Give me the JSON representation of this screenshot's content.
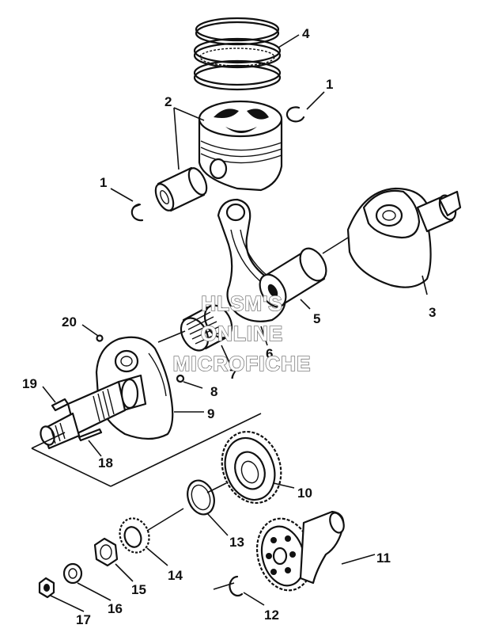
{
  "watermark": {
    "line1": "HLSM'S",
    "line2": "ONLINE",
    "line3": "MICROFICHE"
  },
  "callouts": [
    "1",
    "1",
    "2",
    "3",
    "4",
    "5",
    "6",
    "7",
    "8",
    "9",
    "10",
    "11",
    "12",
    "13",
    "14",
    "15",
    "16",
    "17",
    "18",
    "19",
    "20"
  ],
  "colors": {
    "ink": "#111111",
    "watermark": "#7d7d7d",
    "background": "#ffffff"
  }
}
